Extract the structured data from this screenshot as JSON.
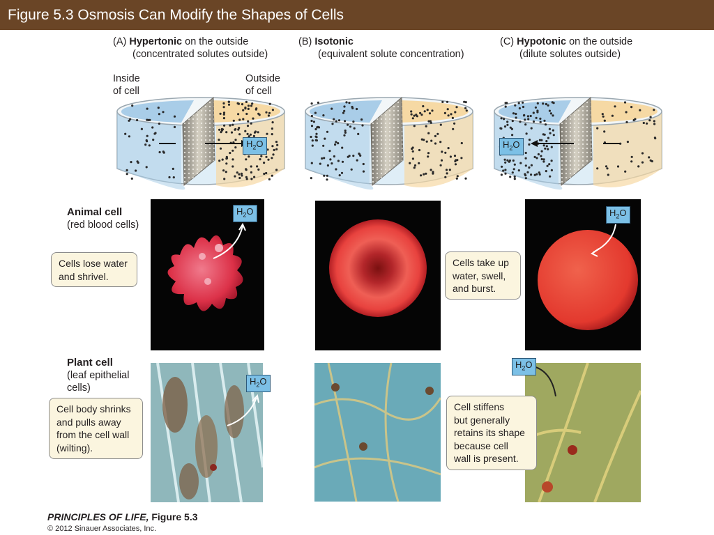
{
  "title": "Figure 5.3  Osmosis Can Modify the Shapes of Cells",
  "panels": [
    {
      "letter": "(A)",
      "bold": "Hypertonic",
      "rest": " on the outside",
      "sub": "(concentrated solutes outside)"
    },
    {
      "letter": "(B)",
      "bold": "Isotonic",
      "rest": "",
      "sub": "(equivalent solute concentration)"
    },
    {
      "letter": "(C)",
      "bold": "Hypotonic",
      "rest": " on the outside",
      "sub": "(dilute solutes outside)"
    }
  ],
  "dish_labels": {
    "inside_1": "Inside",
    "inside_2": "of cell",
    "outside_1": "Outside",
    "outside_2": "of cell"
  },
  "water": {
    "h": "H",
    "sub": "2",
    "o": "O"
  },
  "animal": {
    "title": "Animal cell",
    "subtitle": "(red blood cells)",
    "callout_a": [
      "Cells lose water",
      "and shrivel."
    ],
    "callout_c": [
      "Cells take up",
      "water, swell,",
      "and burst."
    ]
  },
  "plant": {
    "title": "Plant cell",
    "subtitle_1": "(leaf epithelial",
    "subtitle_2": "cells)",
    "callout_a": [
      "Cell body shrinks",
      "and pulls away",
      "from the cell wall",
      "(wilting)."
    ],
    "callout_c": [
      "Cell stiffens",
      "but generally",
      "retains its shape",
      "because cell",
      "wall is present."
    ]
  },
  "footer": {
    "book": "PRINCIPLES OF LIFE,",
    "figure": " Figure 5.3",
    "copyright": "© 2012 Sinauer Associates, Inc."
  },
  "colors": {
    "title_bar": "#6a4526",
    "inside_fluid": "#a9cde8",
    "outside_fluid": "#f6d9a4",
    "callout": "#fbf5df",
    "water_box": "#7cc0e6"
  }
}
